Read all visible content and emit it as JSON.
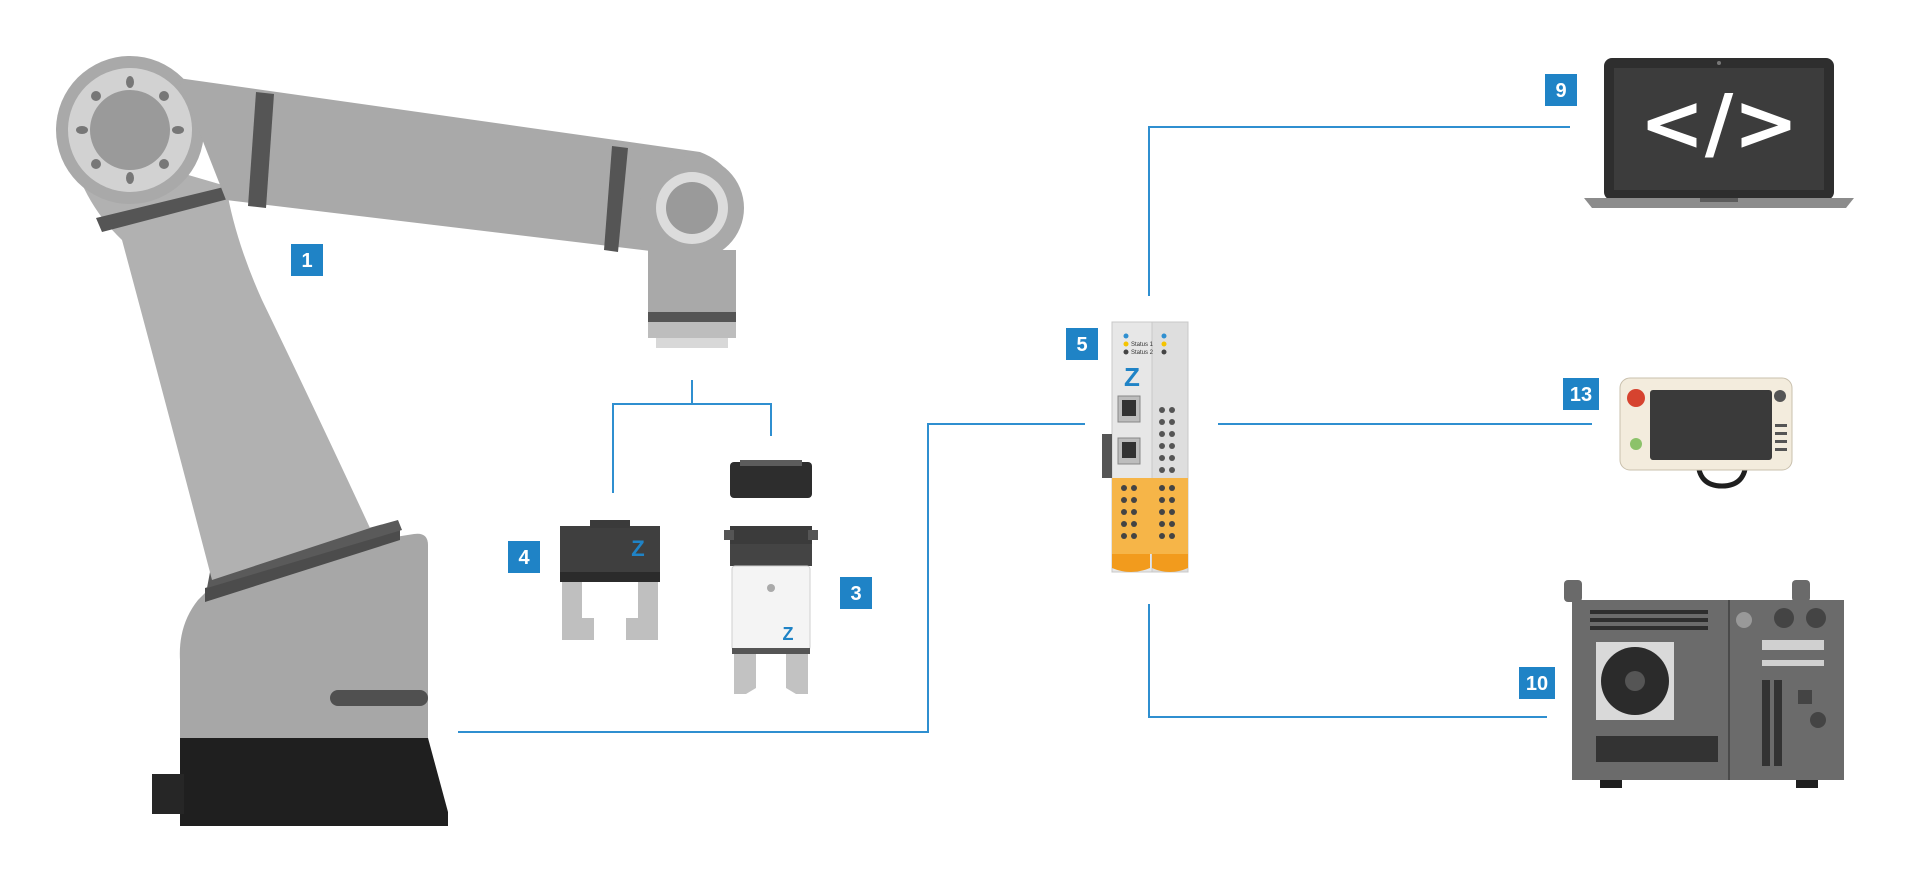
{
  "colors": {
    "accent": "#1f83c6",
    "wire": "#2f8fd0",
    "robot_gray": "#a7a7a7",
    "robot_dark": "#1f1f1f",
    "terminal_orange": "#f29b1d"
  },
  "labels": {
    "robot": "1",
    "gripper_white": "3",
    "gripper_dark": "4",
    "io_module": "5",
    "laptop": "9",
    "controller": "10",
    "teach_pendant": "13"
  },
  "brand": {
    "logo_text": "Z"
  },
  "laptop": {
    "code_glyph": "</>"
  },
  "io_module": {
    "status_1": "Status 1",
    "status_2": "Status 2"
  },
  "icons": {
    "robot_arm": "robot-arm-icon",
    "io_module": "io-module-icon",
    "laptop": "laptop-code-icon",
    "pendant": "teach-pendant-icon",
    "controller": "controller-cabinet-icon",
    "gripper_dark": "gripper-dark-icon",
    "gripper_white": "gripper-white-icon"
  }
}
